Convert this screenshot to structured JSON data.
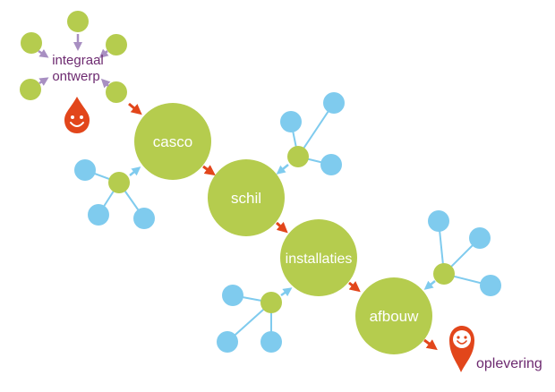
{
  "phases": [
    {
      "label": "casco"
    },
    {
      "label": "schil"
    },
    {
      "label": "installaties"
    },
    {
      "label": "afbouw"
    }
  ],
  "start": {
    "line1": "integraal",
    "line2": "ontwerp"
  },
  "end": {
    "label": "oplevering"
  },
  "colors": {
    "phase": "#b5cc4e",
    "satellite_green": "#b5cc4e",
    "satellite_blue": "#7fcbee",
    "flow_arrow": "#e2461b",
    "input_arrow_blue": "#7fcbee",
    "input_arrow_purple": "#a88fc2",
    "label_purple": "#6d2a70",
    "pin": "#e2461b"
  },
  "icons": {
    "start": "smiley-drop-icon",
    "end": "smiley-pin-icon"
  }
}
